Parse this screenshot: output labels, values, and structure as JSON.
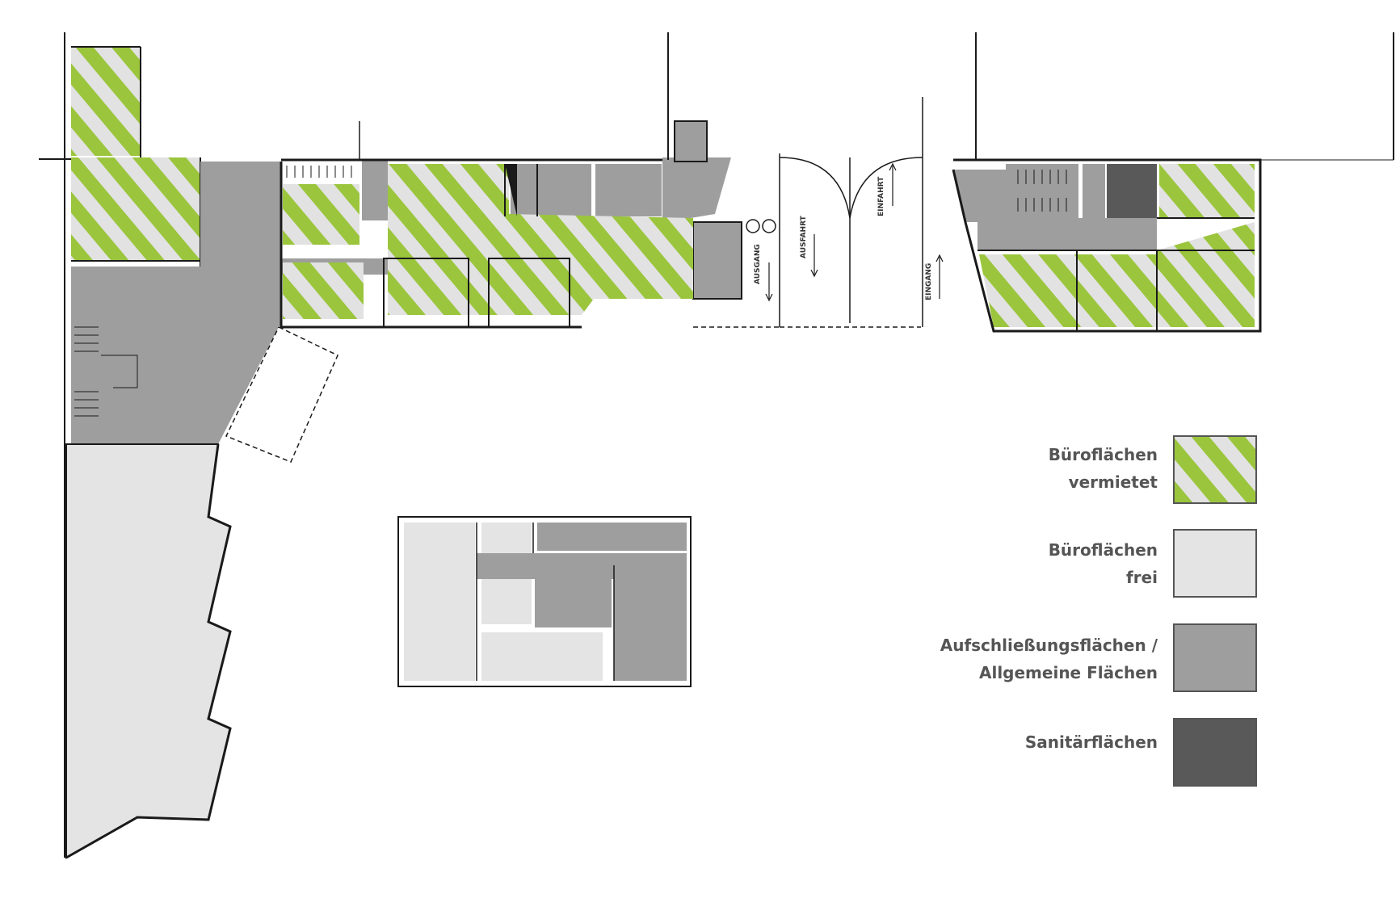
{
  "colors": {
    "rented_green": "#9bc53d",
    "rented_gray": "#e2e2e2",
    "free": "#e4e4e4",
    "common": "#9e9e9e",
    "sanitary": "#595959",
    "wall": "#1a1a1a"
  },
  "street_labels": {
    "ausgang": "AUSGANG",
    "ausfahrt": "AUSFAHRT",
    "einfahrt": "EINFAHRT",
    "eingang": "EINGANG"
  },
  "legend": {
    "rented": {
      "line1": "Büroflächen",
      "line2": "vermietet"
    },
    "free": {
      "line1": "Büroflächen",
      "line2": "frei"
    },
    "common": {
      "line1": "Aufschließungsflächen /",
      "line2": "Allgemeine Flächen"
    },
    "sanitary": {
      "line1": "Sanitärflächen"
    }
  }
}
